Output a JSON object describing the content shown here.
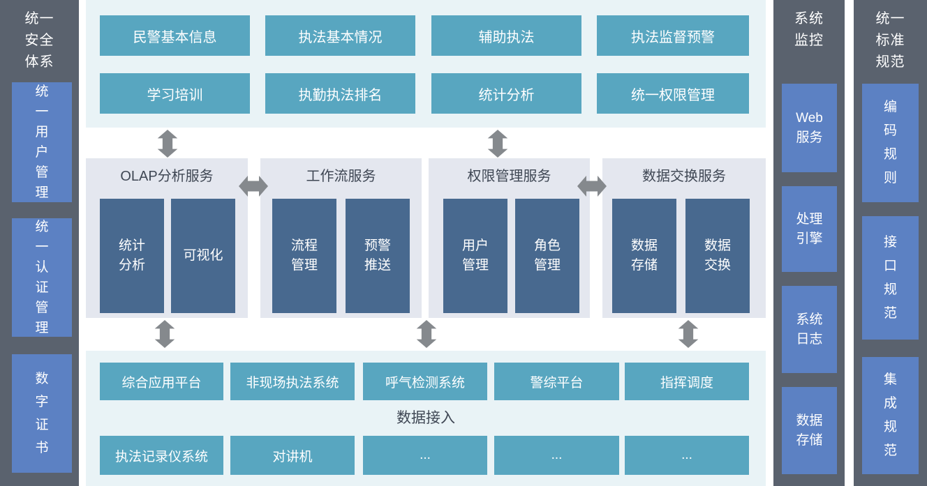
{
  "diagram": {
    "left_panel": {
      "title_lines": [
        "统一",
        "安全",
        "体系"
      ],
      "boxes": [
        [
          "统",
          "一",
          "用",
          "户",
          "管",
          "理"
        ],
        [
          "统",
          "一",
          "认",
          "证",
          "管",
          "理"
        ],
        [
          "数",
          "字",
          "证",
          "书"
        ]
      ]
    },
    "app_layer": {
      "boxes": [
        "民警基本信息",
        "执法基本情况",
        "辅助执法",
        "执法监督预警",
        "学习培训",
        "执勤执法排名",
        "统计分析",
        "统一权限管理"
      ]
    },
    "service_layer": {
      "groups": [
        {
          "title": "OLAP分析服务",
          "boxes": [
            [
              "统计",
              "分析"
            ],
            [
              "可视化"
            ]
          ]
        },
        {
          "title": "工作流服务",
          "boxes": [
            [
              "流程",
              "管理"
            ],
            [
              "预警",
              "推送"
            ]
          ]
        },
        {
          "title": "权限管理服务",
          "boxes": [
            [
              "用户",
              "管理"
            ],
            [
              "角色",
              "管理"
            ]
          ]
        },
        {
          "title": "数据交换服务",
          "boxes": [
            [
              "数据",
              "存储"
            ],
            [
              "数据",
              "交换"
            ]
          ]
        }
      ]
    },
    "access_layer": {
      "title": "数据接入",
      "top_boxes": [
        "综合应用平台",
        "非现场执法系统",
        "呼气检测系统",
        "警综平台",
        "指挥调度"
      ],
      "bottom_boxes": [
        "执法记录仪系统",
        "对讲机",
        "...",
        "...",
        "..."
      ]
    },
    "monitor_panel": {
      "title_lines": [
        "系统",
        "监控"
      ],
      "boxes": [
        [
          "Web",
          "服务"
        ],
        [
          "处理",
          "引擎"
        ],
        [
          "系统",
          "日志"
        ],
        [
          "数据",
          "存储"
        ]
      ]
    },
    "standards_panel": {
      "title_lines": [
        "统一",
        "标准",
        "规范"
      ],
      "boxes": [
        [
          "编",
          "码",
          "规",
          "则"
        ],
        [
          "接",
          "口",
          "规",
          "范"
        ],
        [
          "集",
          "成",
          "规",
          "范"
        ]
      ]
    },
    "colors": {
      "rail_gray": "#5a626e",
      "rail_blue": "#5c81c3",
      "teal": "#58a6c0",
      "panel_cyan": "#e9f3f6",
      "panel_gray": "#e4e7ef",
      "navy_box": "#48698f",
      "arrow_gray": "#85898d",
      "heading_text": "#3f4754"
    }
  }
}
